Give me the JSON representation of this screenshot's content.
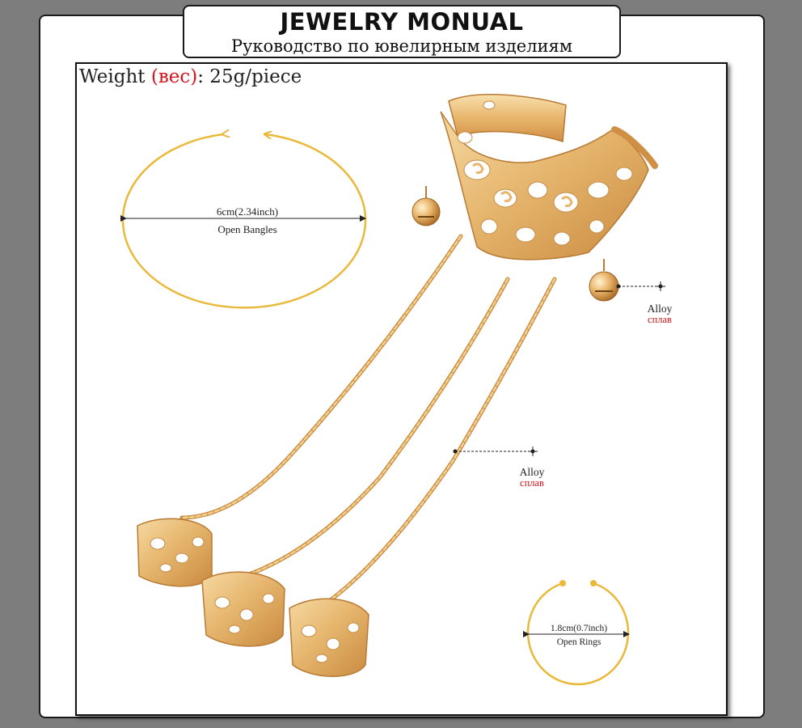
{
  "header": {
    "title": "JEWELRY MONUAL",
    "subtitle": "Руководство по ювелирным изделиям"
  },
  "weight": {
    "label": "Weight",
    "label_ru": "вес",
    "value": ": 25g/piece"
  },
  "bangle": {
    "size": "6cm(2.34inch)",
    "type": "Open Bangles"
  },
  "ring": {
    "size": "1.8cm(0.7inch)",
    "type": "Open Rings"
  },
  "material_bell": {
    "en": "Alloy",
    "ru": "сплав"
  },
  "material_chain": {
    "en": "Alloy",
    "ru": "сплав"
  },
  "colors": {
    "gold": "#e9b93a",
    "accent_red": "#d2141c",
    "background": "#7d7d7d"
  }
}
